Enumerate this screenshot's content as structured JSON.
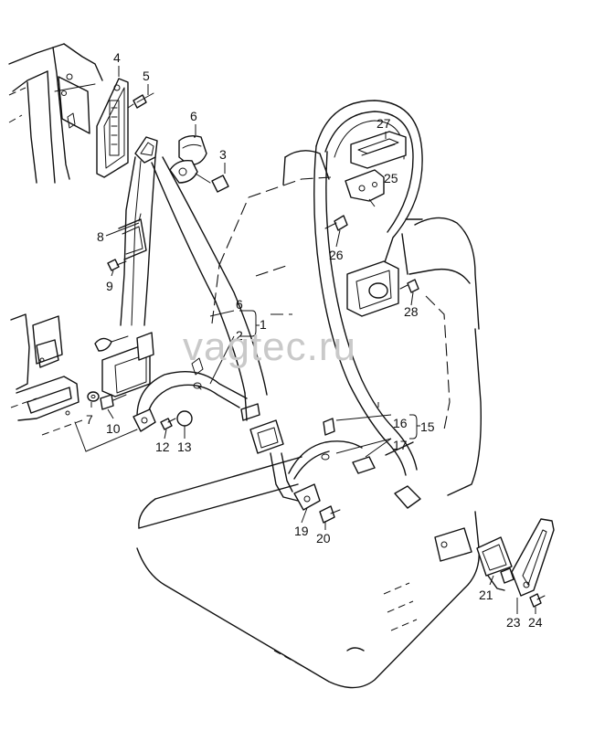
{
  "diagram": {
    "watermark": "vagtec.ru",
    "callouts": [
      {
        "id": "c1",
        "label": "1"
      },
      {
        "id": "c2",
        "label": "2"
      },
      {
        "id": "c3",
        "label": "3"
      },
      {
        "id": "c4",
        "label": "4"
      },
      {
        "id": "c5",
        "label": "5"
      },
      {
        "id": "c6a",
        "label": "6"
      },
      {
        "id": "c6b",
        "label": "6"
      },
      {
        "id": "c7",
        "label": "7"
      },
      {
        "id": "c8",
        "label": "8"
      },
      {
        "id": "c9",
        "label": "9"
      },
      {
        "id": "c10",
        "label": "10"
      },
      {
        "id": "c12",
        "label": "12"
      },
      {
        "id": "c13",
        "label": "13"
      },
      {
        "id": "c15",
        "label": "15"
      },
      {
        "id": "c16",
        "label": "16"
      },
      {
        "id": "c17",
        "label": "17"
      },
      {
        "id": "c19",
        "label": "19"
      },
      {
        "id": "c20",
        "label": "20"
      },
      {
        "id": "c21",
        "label": "21"
      },
      {
        "id": "c23",
        "label": "23"
      },
      {
        "id": "c24",
        "label": "24"
      },
      {
        "id": "c25",
        "label": "25"
      },
      {
        "id": "c26",
        "label": "26"
      },
      {
        "id": "c27",
        "label": "27"
      },
      {
        "id": "c28",
        "label": "28"
      }
    ]
  }
}
